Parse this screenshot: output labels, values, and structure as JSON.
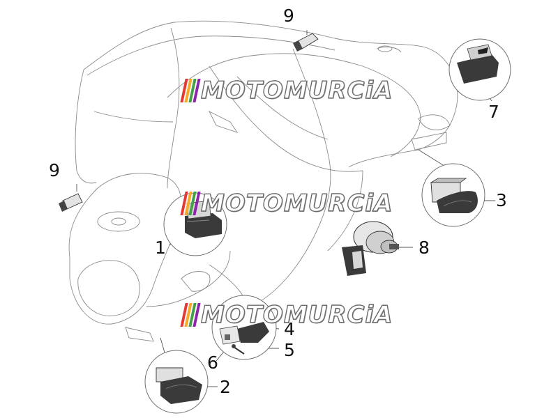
{
  "diagram": {
    "callouts": [
      {
        "id": "c9a",
        "label": "9"
      },
      {
        "id": "c7",
        "label": "7"
      },
      {
        "id": "c9b",
        "label": "9"
      },
      {
        "id": "c3",
        "label": "3"
      },
      {
        "id": "c1",
        "label": "1"
      },
      {
        "id": "c8",
        "label": "8"
      },
      {
        "id": "c4",
        "label": "4"
      },
      {
        "id": "c5",
        "label": "5"
      },
      {
        "id": "c6",
        "label": "6"
      },
      {
        "id": "c2",
        "label": "2"
      }
    ],
    "watermark": {
      "text": "MOTOMURCiA",
      "colors": [
        "#e53935",
        "#f9a825",
        "#43a047",
        "#8e24aa"
      ]
    },
    "line_color": "#6f6f6f",
    "part_fill": "#e6e6e6",
    "part_dark": "#4a4a4a"
  }
}
